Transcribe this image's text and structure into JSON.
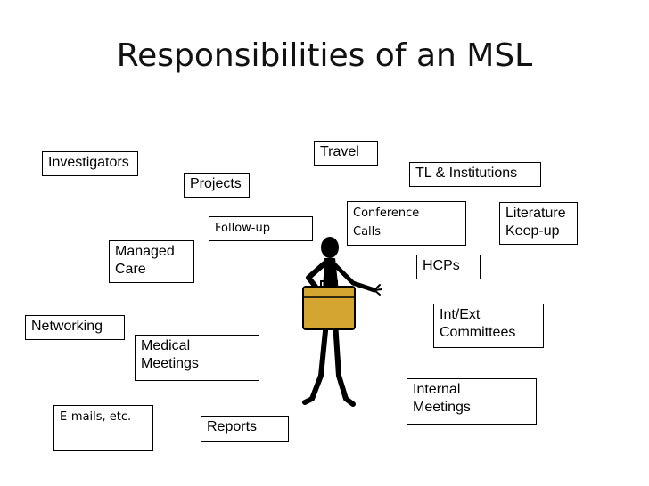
{
  "title": "Responsibilities of an MSL",
  "items": {
    "investigators": "Investigators",
    "projects": "Projects",
    "travel": "Travel",
    "tl_institutions": "TL & Institutions",
    "follow_up": "Follow-up",
    "conference_calls": "Conference\nCalls",
    "literature": "Literature\nKeep-up",
    "managed_care": "Managed\nCare",
    "hcps": "HCPs",
    "networking": "Networking",
    "int_ext": "Int/Ext\nCommittees",
    "medical_meetings": "Medical\nMeetings",
    "internal_meetings": "Internal\nMeetings",
    "emails": "E-mails, etc.",
    "reports": "Reports"
  },
  "colors": {
    "briefcase": "#D4A531",
    "ink": "#000000"
  }
}
